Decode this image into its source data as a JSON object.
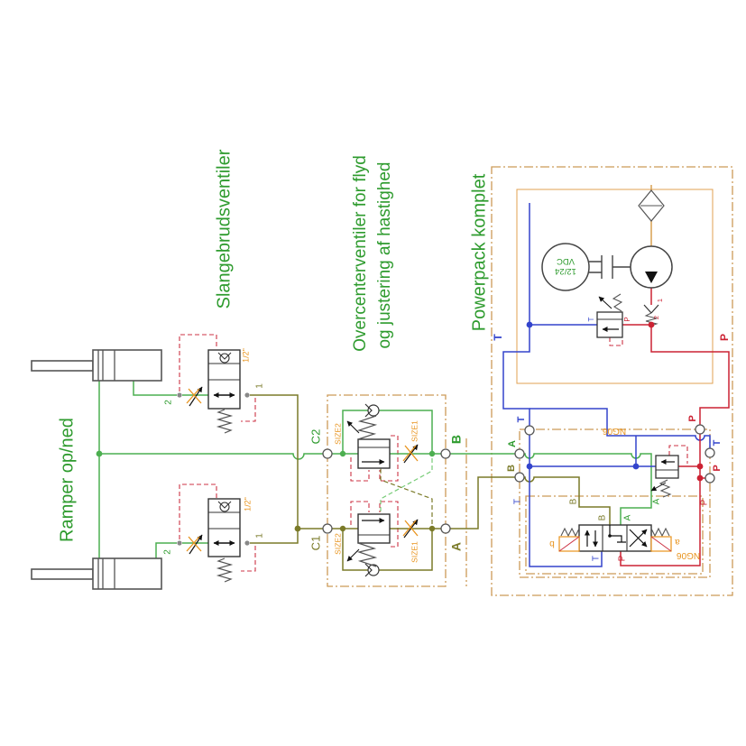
{
  "headings": {
    "cylinders": "Ramper op/ned",
    "hose_valves": "Slangebrudsventiler",
    "overcenter_1": "Overcenterventiler for flyd",
    "overcenter_2": "og justering af hastighed",
    "powerpack": "Powerpack komplet"
  },
  "ports": {
    "c1": "C1",
    "c2": "C2",
    "a": "A",
    "b": "B",
    "t": "T",
    "p": "P",
    "n1": "1",
    "n2": "2"
  },
  "labels": {
    "size1": "SIZE1",
    "size2": "SIZE2",
    "half_inch": "1/2\"",
    "ng06": "NG06",
    "voltage_line1": "12/24",
    "voltage_line2": "VDC",
    "solenoid_a": "a",
    "solenoid_b": "b"
  },
  "colors": {
    "green_text": "#2e9b2e",
    "green_line": "#4caf50",
    "olive_line": "#7a7a28",
    "blue_line": "#3344cc",
    "red_line": "#cc2233",
    "orange_label": "#e8931c",
    "tan_box": "#cc9a58"
  }
}
